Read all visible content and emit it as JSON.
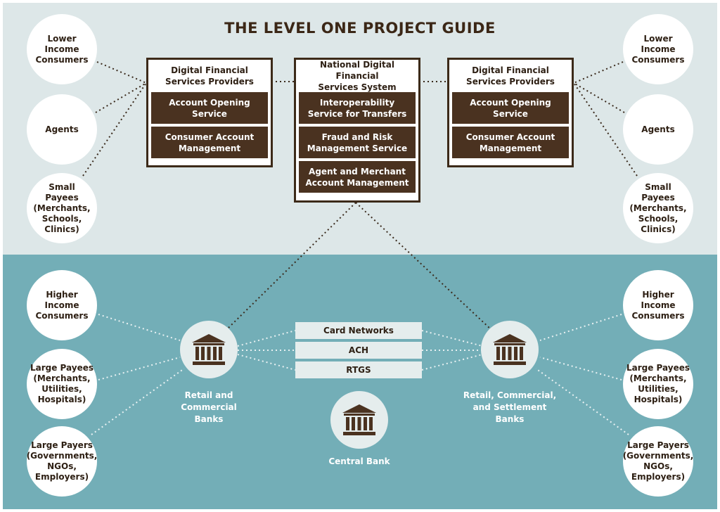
{
  "title": "THE LEVEL ONE PROJECT GUIDE",
  "colors": {
    "top_band": "#dde7e8",
    "bottom_band": "#73aeb7",
    "box_border": "#3c2a19",
    "service_fill": "#4a3220",
    "bank_fill": "#e5eded",
    "text_dark": "#2e2014"
  },
  "left_top_circles": [
    "Lower\nIncome\nConsumers",
    "Agents",
    "Small\nPayees\n(Merchants,\nSchools,\nClinics)"
  ],
  "right_top_circles": [
    "Lower\nIncome\nConsumers",
    "Agents",
    "Small\nPayees\n(Merchants,\nSchools,\nClinics)"
  ],
  "left_bottom_circles": [
    "Higher\nIncome\nConsumers",
    "Large Payees\n(Merchants,\nUtilities,\nHospitals)",
    "Large Payers\n(Governments,\nNGOs,\nEmployers)"
  ],
  "right_bottom_circles": [
    "Higher\nIncome\nConsumers",
    "Large Payees\n(Merchants,\nUtilities,\nHospitals)",
    "Large Payers\n(Governments,\nNGOs,\nEmployers)"
  ],
  "dfsp_left": {
    "title": "Digital Financial\nServices Providers",
    "services": [
      "Account Opening\nService",
      "Consumer Account\nManagement"
    ]
  },
  "ndfs": {
    "title": "National Digital Financial\nServices System",
    "services": [
      "Interoperability\nService for Transfers",
      "Fraud and Risk\nManagement Service",
      "Agent and Merchant\nAccount Management"
    ]
  },
  "dfsp_right": {
    "title": "Digital Financial\nServices Providers",
    "services": [
      "Account Opening\nService",
      "Consumer Account\nManagement"
    ]
  },
  "networks": [
    "Card Networks",
    "ACH",
    "RTGS"
  ],
  "banks": {
    "left_label": "Retail and\nCommercial\nBanks",
    "right_label": "Retail, Commercial,\nand Settlement\nBanks",
    "central_label": "Central Bank",
    "icon": "bank-building-icon"
  }
}
